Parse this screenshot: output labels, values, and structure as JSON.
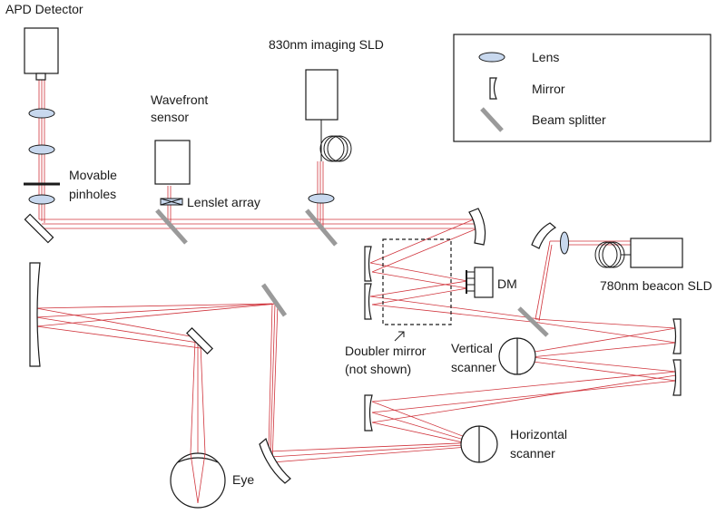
{
  "labels": {
    "apd_detector": "APD Detector",
    "imaging_sld": "830nm imaging SLD",
    "wavefront_line1": "Wavefront",
    "wavefront_line2": "sensor",
    "movable_line1": "Movable",
    "movable_line2": "pinholes",
    "lenslet_array": "Lenslet array",
    "dm": "DM",
    "beacon_sld": "780nm beacon SLD",
    "doubler_line1": "Doubler mirror",
    "doubler_line2": "(not shown)",
    "vertical_line1": "Vertical",
    "vertical_line2": "scanner",
    "horizontal_line1": "Horizontal",
    "horizontal_line2": "scanner",
    "eye": "Eye"
  },
  "legend": {
    "items": [
      {
        "symbol": "lens",
        "label": "Lens"
      },
      {
        "symbol": "mirror",
        "label": "Mirror"
      },
      {
        "symbol": "beam-splitter",
        "label": "Beam splitter"
      }
    ]
  },
  "colors": {
    "beam": "#d0343c",
    "lens_fill": "#c8d8ee",
    "beam_splitter": "#9a9a9a",
    "outline": "#1a1a1a"
  }
}
